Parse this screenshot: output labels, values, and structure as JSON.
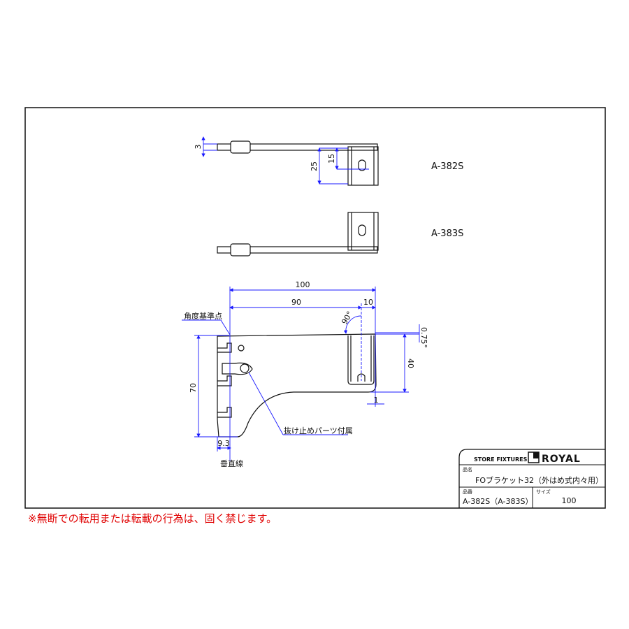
{
  "views": {
    "top_a": {
      "label": "A-382S",
      "dims": {
        "thickness": "3",
        "depth": "25",
        "slot": "15"
      }
    },
    "top_b": {
      "label": "A-383S"
    },
    "side": {
      "dims": {
        "total": "100",
        "main": "90",
        "tip": "10",
        "angle": "90°",
        "slope": "0.75°",
        "height": "70",
        "hook_height": "40",
        "gap": "1",
        "offset": "9.3"
      },
      "callouts": {
        "reference_point": "角度基準点",
        "stopper_included": "抜け止めパーツ付属",
        "vertical_line": "垂直線"
      }
    }
  },
  "title_block": {
    "brand_tagline": "STORE FIXTURES",
    "brand_name": "ROYAL",
    "product_name_label": "品名",
    "product_name": "FOブラケット32（外はめ式内々用）",
    "product_code_label": "品番",
    "product_code": "A-382S（A-383S）",
    "size_label": "サイズ",
    "size": "100"
  },
  "notice": "※無断での転用または転載の行為は、固く禁じます。",
  "colors": {
    "dimension": "#1a1aff",
    "notice": "#e00000",
    "line": "#111111"
  }
}
